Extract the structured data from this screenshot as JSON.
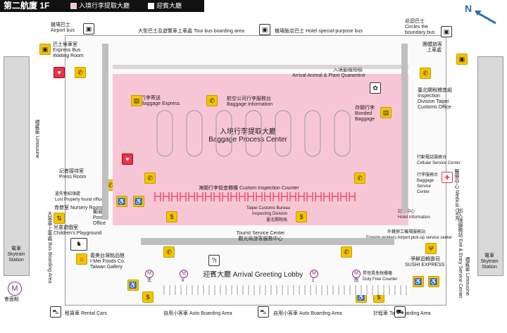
{
  "header": {
    "title": "第二航廈 1F",
    "legend": [
      {
        "label": "入境行李提取大廳",
        "color": "#f7c6d6"
      },
      {
        "label": "迎賓大廳",
        "color": "#ffffff"
      }
    ]
  },
  "compass": {
    "label": "N"
  },
  "colors": {
    "pink_zone": "#f7c6d6",
    "gray_zone": "#d9d9d9",
    "icon_yellow": "#f5c400",
    "inspection_red": "#e8334a",
    "header_bg": "#111111"
  },
  "labels": {
    "airport_bus": [
      "機場巴士",
      "Airport bus"
    ],
    "tour_bus": "大型巴士及遊覽車上車處  Tour bus boarding area",
    "hotel_bus": "機場飯店巴士  Hotel special-purpose bus",
    "circles_bus": [
      "巡迴巴士",
      "Circles the",
      "boundary bus"
    ],
    "bus_waiting": [
      "巴士候車室",
      "Express Bus",
      "Waiting Room"
    ],
    "group_tour": [
      "團體旅客",
      "上車處"
    ],
    "arrival_quarantine": [
      "入境動植物檢",
      "Arrival Animal & Plant Quarantine"
    ],
    "inspection_division": [
      "臺北關稅稽查組",
      "Inspection",
      "Division Taipei",
      "Customs Office"
    ],
    "baggage_express": [
      "行李寄送",
      "Baggage Express"
    ],
    "baggage_information": [
      "航空公司行李服務台",
      "Baggage Information"
    ],
    "bonded_baggage": [
      "存關行李",
      "Bonded",
      "Baggage"
    ],
    "limousine_left": [
      "禮賓車",
      "Limousine"
    ],
    "limousine_right": [
      "禮賓車",
      "Limousine"
    ],
    "baggage_center": [
      "入境行李提取大廳",
      "Baggage Process Center"
    ],
    "cellular_service": [
      "行動電話服務台",
      "Cellular Service Center"
    ],
    "baggage_service": [
      "行李服務台",
      "Baggage",
      "Service",
      "Center"
    ],
    "medical_clinic": [
      "醫療中心",
      "Medical Clinic"
    ],
    "press_room": [
      "記者接待室",
      "Press Room"
    ],
    "lost_found": [
      "遺失物招領處",
      "Lost Property found office"
    ],
    "customs_inspection": "海關行李檢查櫃檯  Custom Inspection Counter",
    "taipei_customs": [
      "Taipei Customs Bureau",
      "Inspecting Division"
    ],
    "taipei_customs_cn": "臺北關稅局",
    "nursery": [
      "育嬰室  Nursery Room"
    ],
    "post_office": [
      "郵局",
      "Post",
      "Office"
    ],
    "hotel_info": [
      "訂房中心",
      "Hotel Information"
    ],
    "foreign_workers": [
      "外籍勞工機場服務站",
      "Foreign workers Airport pick-up service center"
    ],
    "exit_entry": [
      "出入境服務站",
      "Exit & Entry Service Center"
    ],
    "childrens_playground": [
      "兒童遊戲室",
      "Children's Playground"
    ],
    "tourist_service": [
      "Tourist Service Center",
      "觀光局旅客服務中心"
    ],
    "bus_boarding_area": [
      "大客車上車處",
      "Bus Boarding Area"
    ],
    "imei": [
      "義美台灣銘品館",
      "I-Mei Foods Co.",
      "Taiwan Gallery"
    ],
    "sushi": [
      "爭鮮迴轉壽司",
      "SUSHI EXPRESS"
    ],
    "arrival_greeting": "迎賓大廳  Arrival Greeting Lobby",
    "duty_free": [
      "昇恆昌免稅櫃檯",
      "Duty Free Counter"
    ],
    "rental_cars": "租賃車  Rental Cars",
    "auto_boarding_1": "自用小客車  Auto Boarding Area",
    "auto_boarding_2": "自用小客車  Auto Boarding Area",
    "taxi": "計程車  Taxi Boarding Area",
    "skytrain_left": [
      "電車",
      "Skytrain",
      "Station"
    ],
    "skytrain_right": [
      "電車",
      "Skytrain",
      "Station"
    ],
    "meeting_point": [
      "會面點"
    ],
    "meet_markers": [
      "北",
      "6",
      "1",
      "南"
    ]
  },
  "icons": [
    "bus-icon",
    "toilet-icon",
    "phone-icon",
    "elevator-icon",
    "information-icon",
    "aed-icon",
    "currency-icon",
    "restaurant-icon",
    "shopping-icon",
    "first-aid-icon",
    "luggage-icon",
    "meeting-point-icon",
    "car-icon",
    "taxi-icon",
    "escalator-icon",
    "accessible-icon"
  ]
}
